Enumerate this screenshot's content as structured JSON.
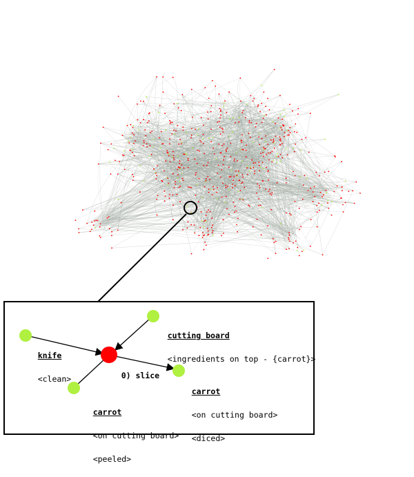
{
  "colors": {
    "edge": "#9aa39a",
    "node_red": "#ff0000",
    "node_green": "#b0f040",
    "outline": "#000000"
  },
  "detail": {
    "nodes": [
      {
        "id": "knife",
        "name": "knife",
        "states": [
          "<clean>"
        ],
        "color": "green"
      },
      {
        "id": "cutting_board",
        "name": "cutting board",
        "states": [
          "<ingredients on top - {carrot}>"
        ],
        "color": "green"
      },
      {
        "id": "action",
        "name": "0) slice",
        "states": [],
        "color": "red"
      },
      {
        "id": "carrot_out",
        "name": "carrot",
        "states": [
          "<on cutting board>",
          "<diced>"
        ],
        "color": "green"
      },
      {
        "id": "carrot_in",
        "name": "carrot",
        "states": [
          "<on cutting board>",
          "<peeled>"
        ],
        "color": "green"
      }
    ],
    "edges": [
      {
        "from": "knife",
        "to": "action",
        "arrow": true
      },
      {
        "from": "cutting_board",
        "to": "action",
        "arrow": true
      },
      {
        "from": "carrot_in",
        "to": "action",
        "arrow": false
      },
      {
        "from": "action",
        "to": "carrot_out",
        "arrow": true
      }
    ]
  }
}
